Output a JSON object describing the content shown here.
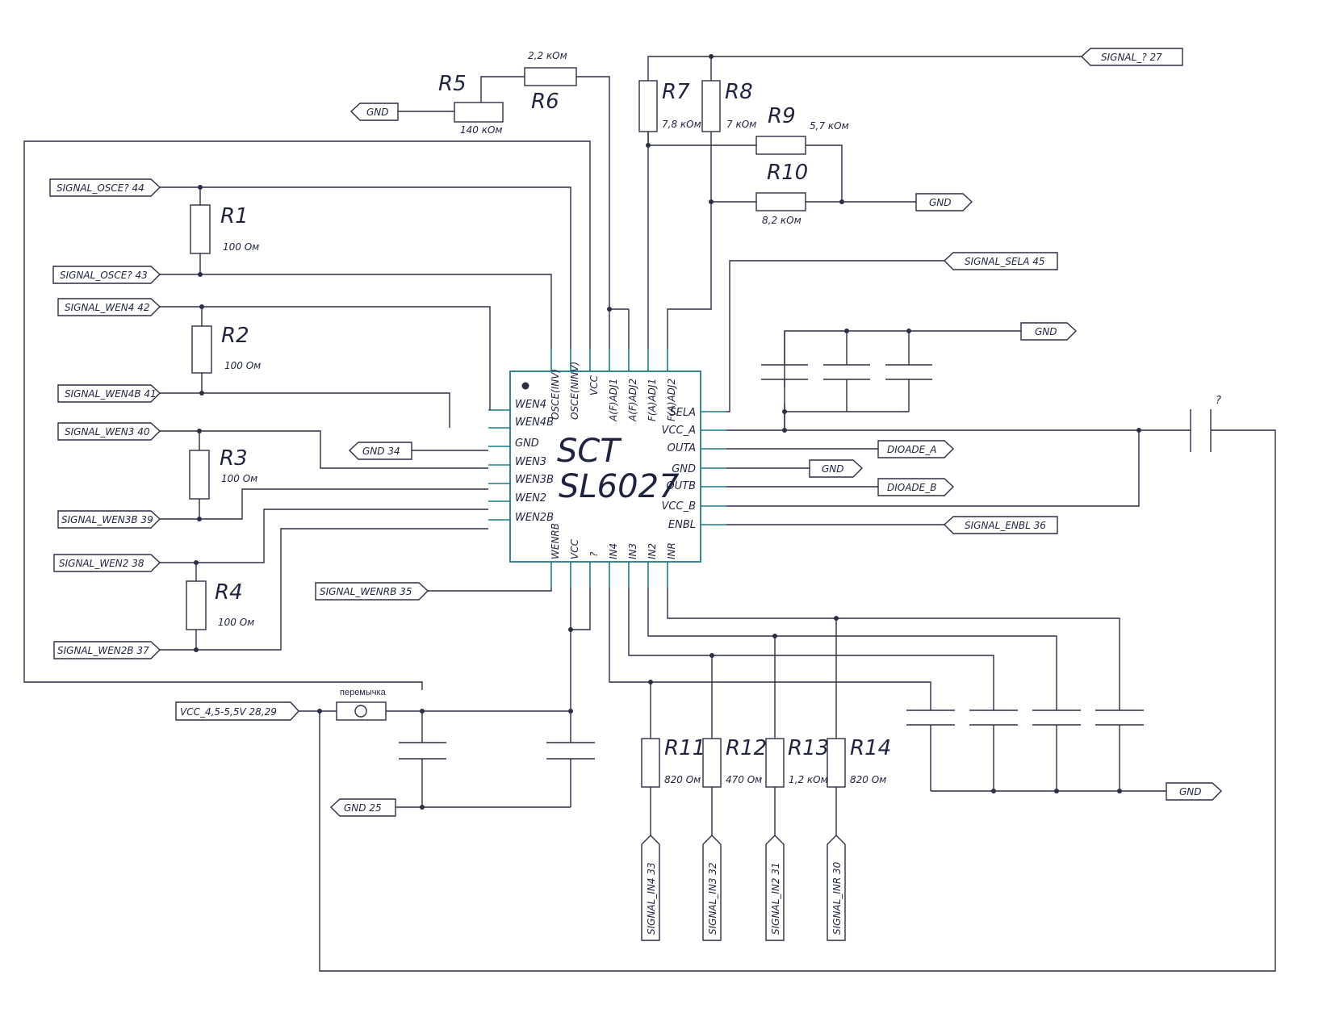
{
  "chip": {
    "title_1": "SCT",
    "title_2": "SL6027",
    "pins_left": [
      "WEN4",
      "WEN4B",
      "GND",
      "WEN3",
      "WEN3B",
      "WEN2",
      "WEN2B"
    ],
    "pins_right": [
      "SELA",
      "VCC_A",
      "OUTA",
      "GND",
      "OUTB",
      "VCC_B",
      "ENBL"
    ],
    "pins_top": [
      "OSCE(INV)",
      "OSCE(NINV)",
      "VCC",
      "A(F)ADJ1",
      "A(F)ADJ2",
      "F(A)ADJ1",
      "F(A)ADJ2"
    ],
    "pins_bottom": [
      "WENRB",
      "VCC",
      "?",
      "IN4",
      "IN3",
      "IN2",
      "INR"
    ]
  },
  "resistors": [
    {
      "ref": "R1",
      "value": "100 Ом"
    },
    {
      "ref": "R2",
      "value": "100 Ом"
    },
    {
      "ref": "R3",
      "value": "100 Ом"
    },
    {
      "ref": "R4",
      "value": "100 Ом"
    },
    {
      "ref": "R5",
      "value": "140 кОм"
    },
    {
      "ref": "R6",
      "value": "2,2 кОм"
    },
    {
      "ref": "R7",
      "value": "7,8 кОм"
    },
    {
      "ref": "R8",
      "value": "7 кОм"
    },
    {
      "ref": "R9",
      "value": "5,7 кОм"
    },
    {
      "ref": "R10",
      "value": "8,2 кОм"
    },
    {
      "ref": "R11",
      "value": "820 Ом"
    },
    {
      "ref": "R12",
      "value": "470 Ом"
    },
    {
      "ref": "R13",
      "value": "1,2 кОм"
    },
    {
      "ref": "R14",
      "value": "820 Ом"
    }
  ],
  "ports": {
    "signal_osce_44": "SIGNAL_OSCE?  44",
    "signal_osce_43": "SIGNAL_OSCE?  43",
    "signal_wen4": "SIGNAL_WEN4  42",
    "signal_wen4b": "SIGNAL_WEN4B  41",
    "signal_wen3": "SIGNAL_WEN3  40",
    "signal_wen3b": "SIGNAL_WEN3B  39",
    "signal_wen2": "SIGNAL_WEN2  38",
    "signal_wen2b": "SIGNAL_WEN2B  37",
    "signal_wenrb": "SIGNAL_WENRB  35",
    "signal_sela": "SIGNAL_SELA  45",
    "signal_enbl": "SIGNAL_ENBL  36",
    "signal_27": "SIGNAL_?  27",
    "vcc": "VCC_4,5-5,5V    28,29",
    "gnd_25": "GND   25",
    "gnd_34": "GND   34",
    "gnd": "GND",
    "diode_a": "DIOADE_A",
    "diode_b": "DIOADE_B",
    "signal_in4": "SIGNAL_IN4  33",
    "signal_in3": "SIGNAL_IN3  32",
    "signal_in2": "SIGNAL_IN2  31",
    "signal_inr": "SIGNAL_INR  30"
  },
  "jumper_label": "перемычка",
  "cap_unknown_label": "?",
  "colors": {
    "wire": "#2b2f45",
    "chip": "#1f7a8c",
    "text": "#1f2340"
  }
}
